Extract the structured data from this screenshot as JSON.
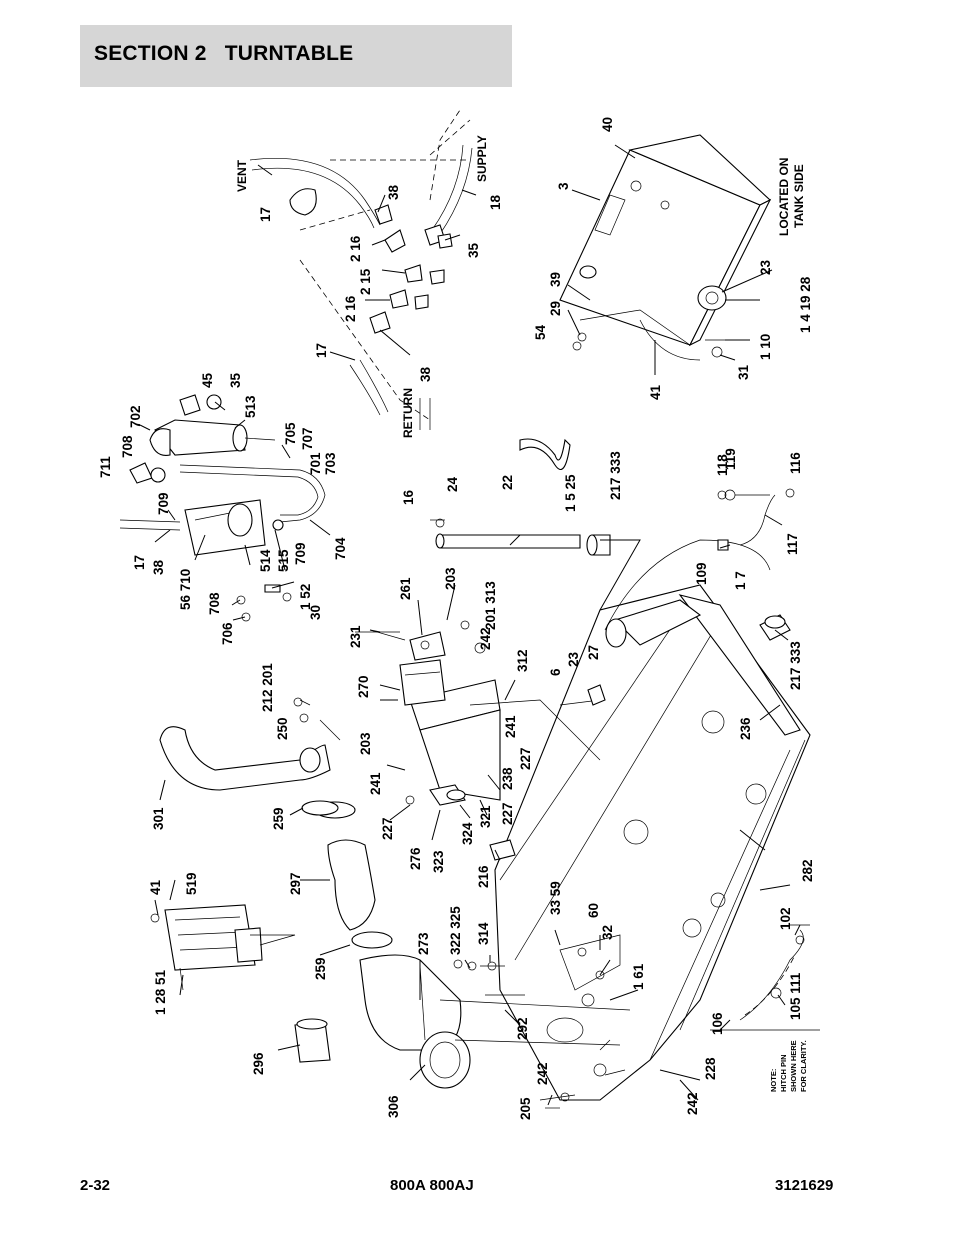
{
  "header": {
    "section_title": "SECTION 2   TURNTABLE"
  },
  "footer": {
    "page_number": "2-32",
    "model": "800A 800AJ",
    "doc_number": "3121629"
  },
  "diagram": {
    "side_labels": {
      "located_on_1": "LOCATED ON",
      "located_on_2": "TANK SIDE",
      "vent": "VENT",
      "supply": "SUPPLY",
      "return": "RETURN",
      "note_1": "NOTE:",
      "note_2": "HITCH PIN",
      "note_3": "SHOWN HERE",
      "note_4": "FOR CLARITY."
    },
    "callouts": [
      "17",
      "38",
      "2 16",
      "2 15",
      "2 16",
      "17",
      "38",
      "18",
      "35",
      "40",
      "3",
      "39",
      "29",
      "54",
      "41",
      "31",
      "1 10",
      "1 4 19 28",
      "23",
      "702",
      "708",
      "711",
      "45",
      "35",
      "513",
      "705",
      "707",
      "701",
      "703",
      "709",
      "17",
      "38",
      "56 710",
      "708",
      "706",
      "514",
      "515",
      "709",
      "1 52",
      "30",
      "704",
      "16",
      "24",
      "22",
      "1 5 25",
      "217 333",
      "261",
      "203",
      "201 313",
      "242",
      "231",
      "270",
      "312",
      "6",
      "23",
      "27",
      "118",
      "119",
      "116",
      "117",
      "1 7",
      "109",
      "212 201",
      "250",
      "301",
      "259",
      "297",
      "203",
      "241",
      "227",
      "276",
      "323",
      "324",
      "321",
      "227",
      "238",
      "241",
      "227",
      "216",
      "217 333",
      "236",
      "41",
      "519",
      "1 28 51",
      "259",
      "296",
      "273",
      "322 325",
      "314",
      "33 59",
      "60",
      "32",
      "1 61",
      "292",
      "306",
      "205",
      "242",
      "228",
      "242",
      "282",
      "102",
      "105 111",
      "106"
    ]
  }
}
